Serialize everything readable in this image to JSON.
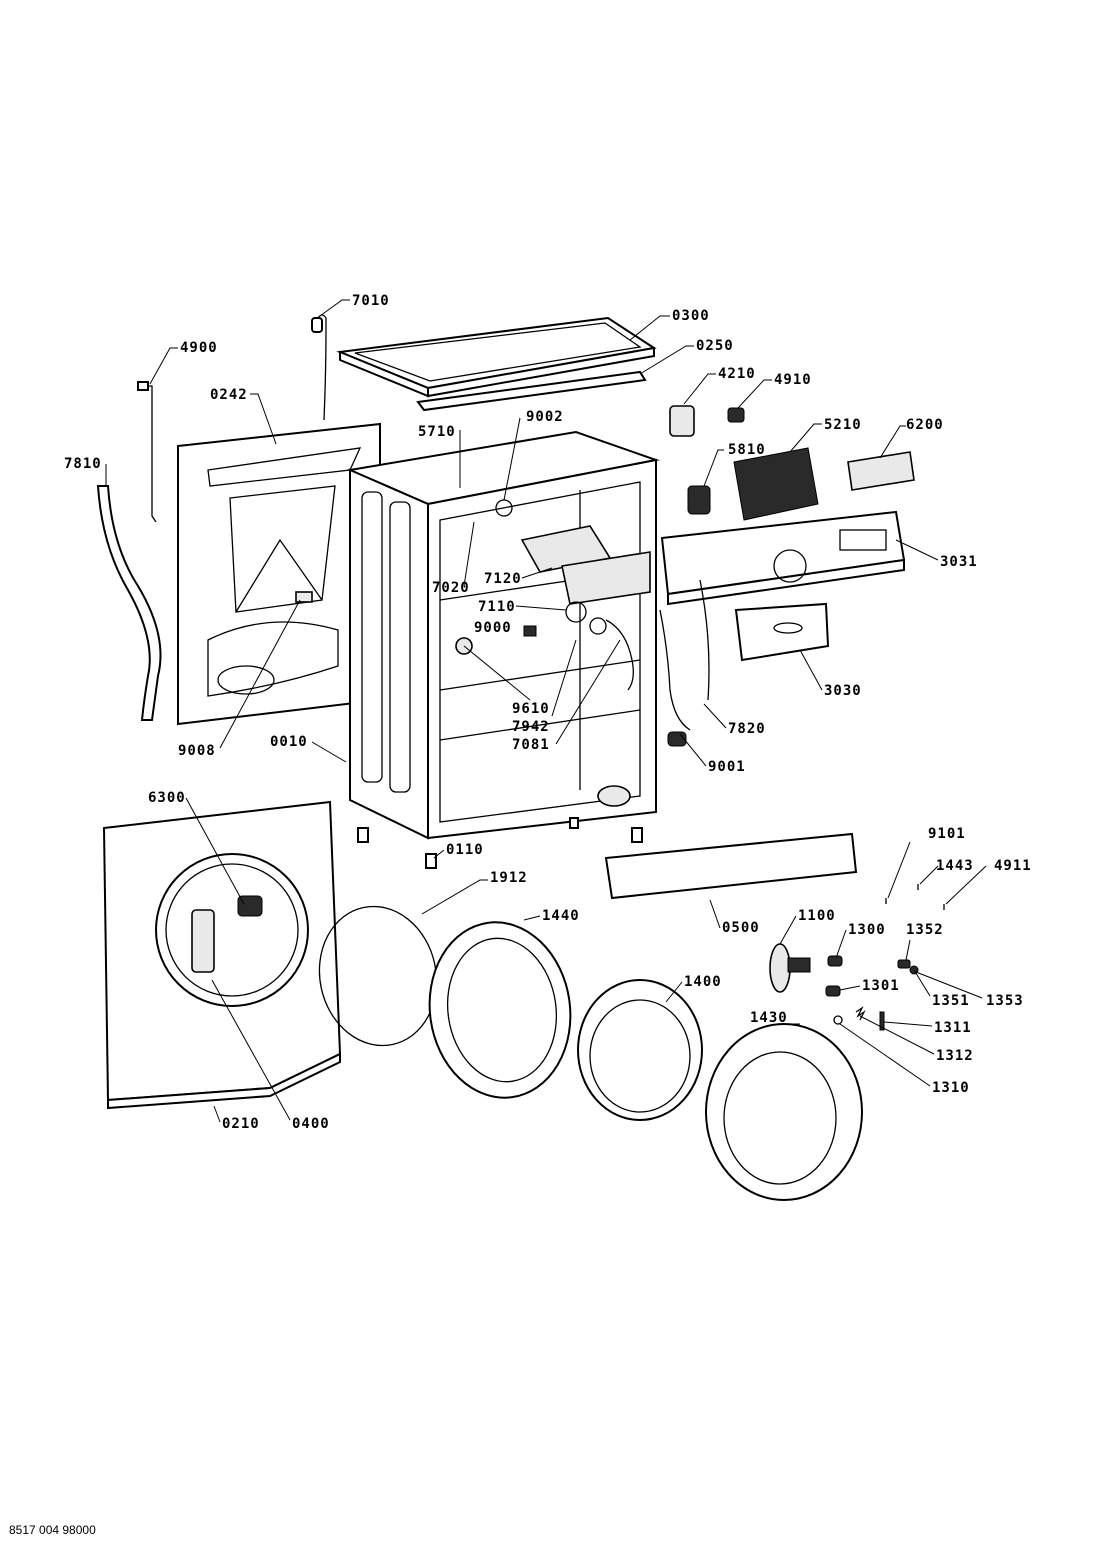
{
  "diagram": {
    "labels": {
      "l7010": "7010",
      "l0300": "0300",
      "l4900": "4900",
      "l0250": "0250",
      "l4210": "4210",
      "l4910": "4910",
      "l0242": "0242",
      "l5710": "5710",
      "l9002": "9002",
      "l5210": "5210",
      "l6200": "6200",
      "l7810": "7810",
      "l5810": "5810",
      "l3031": "3031",
      "l7020": "7020",
      "l7120": "7120",
      "l7110": "7110",
      "l9000": "9000",
      "l3030": "3030",
      "l9610": "9610",
      "l7942": "7942",
      "l7081": "7081",
      "l7820": "7820",
      "l9008": "9008",
      "l0010": "0010",
      "l9001": "9001",
      "l6300": "6300",
      "l0110": "0110",
      "l9101": "9101",
      "l1443": "1443",
      "l4911": "4911",
      "l1912": "1912",
      "l1440": "1440",
      "l0500": "0500",
      "l1100": "1100",
      "l1300": "1300",
      "l1352": "1352",
      "l1400": "1400",
      "l1301": "1301",
      "l1351": "1351",
      "l1353": "1353",
      "l1430": "1430",
      "l1311": "1311",
      "l1312": "1312",
      "l1310": "1310",
      "l0210": "0210",
      "l0400": "0400"
    },
    "footer_code": "8517 004 98000"
  }
}
